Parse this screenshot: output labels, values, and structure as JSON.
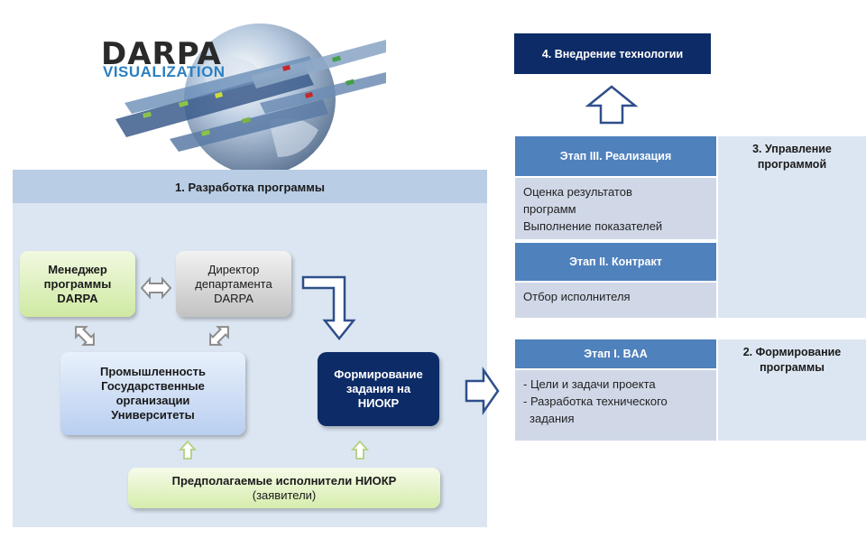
{
  "logo": {
    "word": "DARPA",
    "sub": "VISUALIZATION"
  },
  "development": {
    "title": "1. Разработка программы",
    "manager": [
      "Менеджер",
      "программы",
      "DARPA"
    ],
    "director": [
      "Директор",
      "департамента",
      "DARPA"
    ],
    "industry": [
      "Промышленность",
      "Государственные",
      "организации",
      "Университеты"
    ],
    "task": [
      "Формирование",
      "задания на",
      "НИОКР"
    ],
    "bidders": {
      "main": "Предполагаемые исполнители НИОКР",
      "sub": "(заявители)"
    }
  },
  "implementation": "4. Внедрение технологии",
  "management": {
    "label": [
      "3. Управление",
      "программой"
    ],
    "stage3": {
      "title": "Этап III. Реализация",
      "items": [
        "Оценка результатов",
        "программ",
        "Выполнение показателей"
      ]
    },
    "stage2": {
      "title": "Этап II. Контракт",
      "items": [
        "Отбор исполнителя"
      ]
    }
  },
  "formation": {
    "label": [
      "2. Формирование",
      "программы"
    ],
    "stage1": {
      "title": "Этап I. BAA",
      "items": [
        "- Цели и задачи проекта",
        "- Разработка технического",
        "задания"
      ]
    }
  },
  "colors": {
    "navy": "#0d2b66",
    "stage_blue": "#4f81bd",
    "light_panel": "#dce6f2",
    "panel_header": "#b9cde5",
    "body_grey": "#d0d8e8"
  }
}
